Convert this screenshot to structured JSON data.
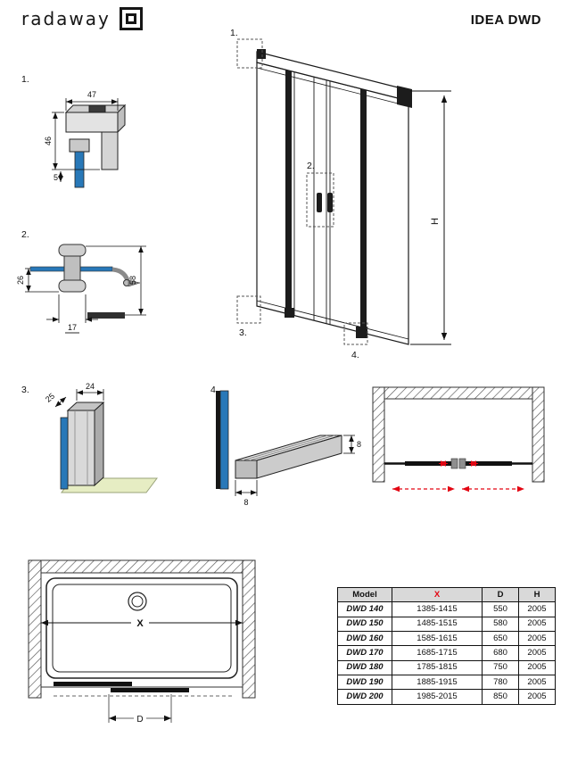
{
  "header": {
    "logo_text": "radaway",
    "title": "IDEA DWD"
  },
  "main": {
    "callout_1": "1.",
    "callout_2": "2.",
    "callout_3": "3.",
    "callout_4": "4.",
    "h_label": "H"
  },
  "detail_1": {
    "label": "1.",
    "dim_top": "47",
    "dim_left": "46",
    "dim_small": "5"
  },
  "detail_2": {
    "label": "2.",
    "dim_left": "26",
    "dim_bottom": "17",
    "dim_right": "58"
  },
  "detail_3": {
    "label": "3.",
    "dim_depth": "25",
    "dim_top": "24"
  },
  "detail_4": {
    "label": "4.",
    "dim_right": "8",
    "dim_bottom": "8"
  },
  "tray": {
    "x_label": "X",
    "d_label": "D"
  },
  "spec_table": {
    "headers": [
      "Model",
      "X",
      "D",
      "H"
    ],
    "rows": [
      {
        "model": "DWD 140",
        "x": "1385-1415",
        "d": "550",
        "h": "2005"
      },
      {
        "model": "DWD 150",
        "x": "1485-1515",
        "d": "580",
        "h": "2005"
      },
      {
        "model": "DWD 160",
        "x": "1585-1615",
        "d": "650",
        "h": "2005"
      },
      {
        "model": "DWD 170",
        "x": "1685-1715",
        "d": "680",
        "h": "2005"
      },
      {
        "model": "DWD 180",
        "x": "1785-1815",
        "d": "750",
        "h": "2005"
      },
      {
        "model": "DWD 190",
        "x": "1885-1915",
        "d": "780",
        "h": "2005"
      },
      {
        "model": "DWD 200",
        "x": "1985-2015",
        "d": "850",
        "h": "2005"
      }
    ]
  },
  "colors": {
    "glass_blue": "#2878b8",
    "accent_red": "#e30613",
    "floor_green": "#e6edc3",
    "profile_grey": "#cccccc"
  }
}
